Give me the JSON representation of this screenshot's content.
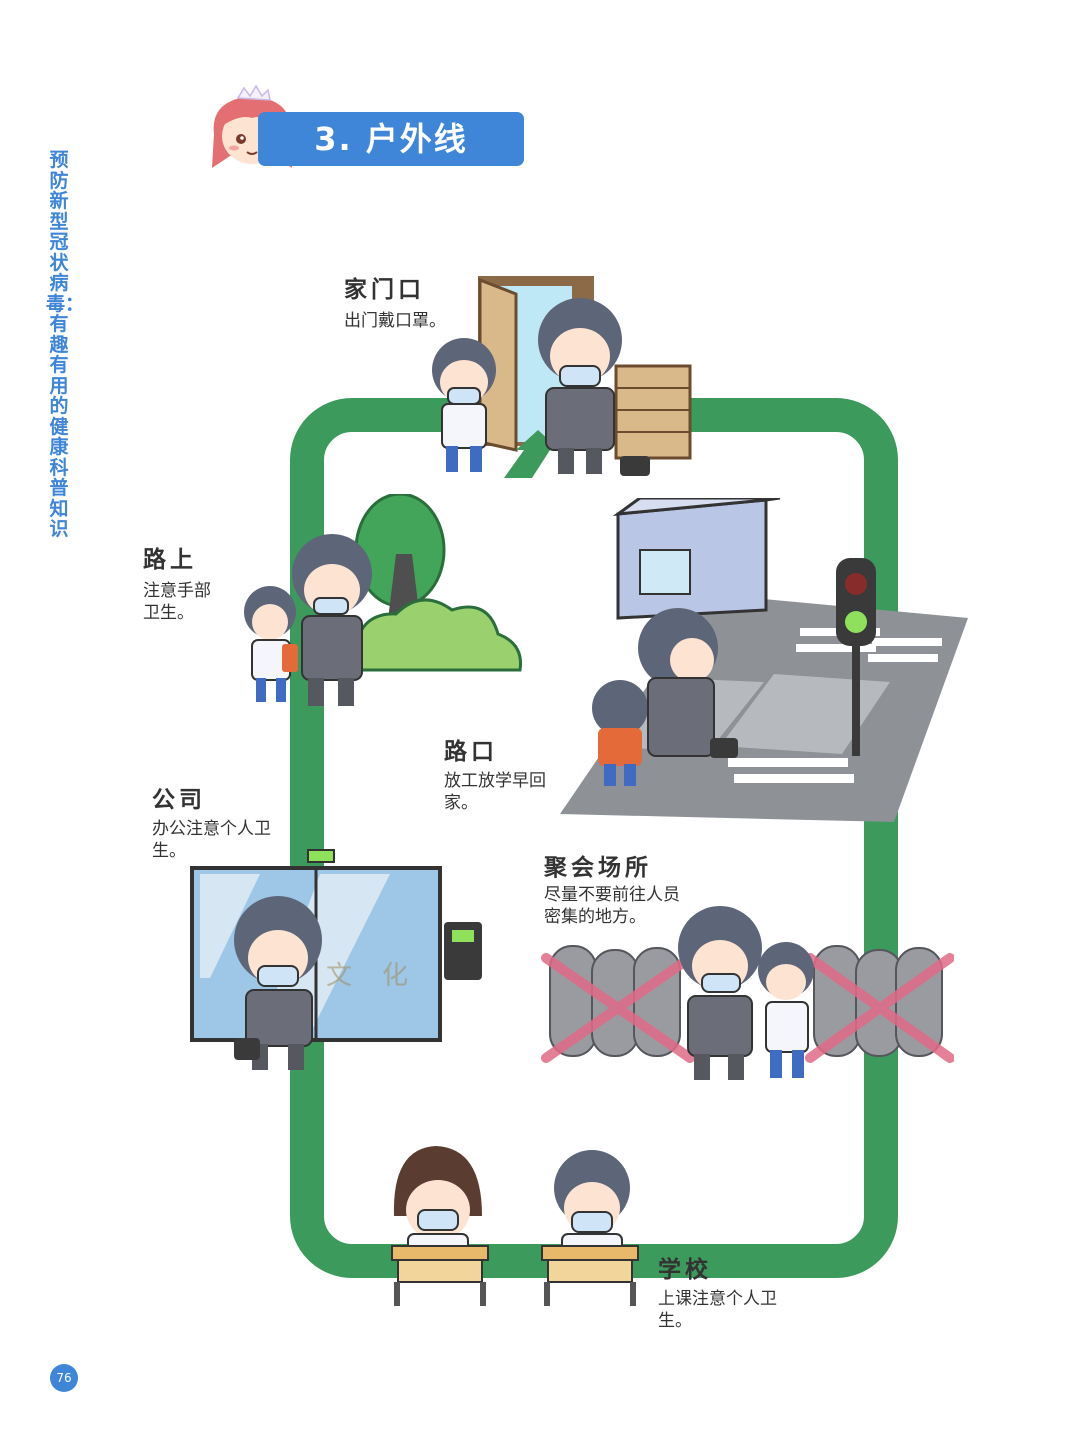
{
  "side_title": "预防新型冠状病毒：有趣有用的健康科普知识",
  "header": {
    "title": "3. 户外线"
  },
  "stops": {
    "home": {
      "title": "家门口",
      "desc": "出门戴口罩。"
    },
    "road": {
      "title": "路上",
      "desc": "注意手部卫生。"
    },
    "crossing": {
      "title": "路口",
      "desc": "放工放学早回家。"
    },
    "office": {
      "title": "公司",
      "desc": "办公注意个人卫生。"
    },
    "gathering": {
      "title": "聚会场所",
      "desc": "尽量不要前往人员密集的地方。"
    },
    "school": {
      "title": "学校",
      "desc": "上课注意个人卫生。"
    }
  },
  "office_glass_text": "文化",
  "page_number": "76",
  "colors": {
    "accent_blue": "#3f86d8",
    "loop_green": "#3c9a5c",
    "cross_red": "#e06a86"
  }
}
